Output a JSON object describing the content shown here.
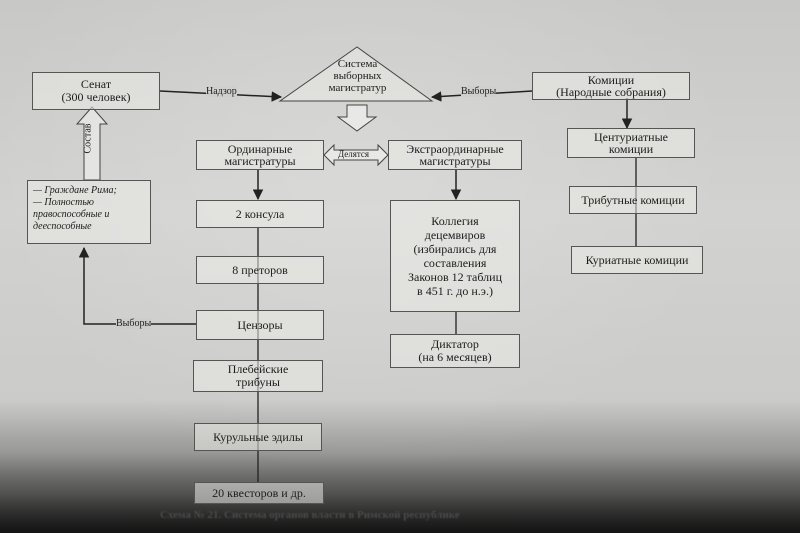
{
  "center": {
    "title": "Система выборных магистратур",
    "title_lines": [
      "Система",
      "выборных",
      "магистратур"
    ]
  },
  "senate": {
    "line1": "Сенат",
    "line2": "(300 человек)",
    "composition_label": "Состав",
    "supervision_label": "Надзор"
  },
  "citizens": {
    "line1": "— Граждане Рима;",
    "line2": "— Полностью",
    "line3": "правоспособные и",
    "line4": "дееспособные"
  },
  "comitia": {
    "line1": "Комиции",
    "line2": "(Народные собрания)",
    "elections_label": "Выборы"
  },
  "split_label": "Делятся",
  "ordinary": {
    "line1": "Ординарные",
    "line2": "магистратуры",
    "items": [
      "2 консула",
      "8 преторов",
      "Цензоры",
      "Плебейские трибуны",
      "Курульные эдилы",
      "20 квесторов и др."
    ],
    "plebeian_lines": [
      "Плебейские",
      "трибуны"
    ],
    "censors_elections_label": "Выборы"
  },
  "extraordinary": {
    "line1": "Экстраординарные",
    "line2": "магистратуры",
    "decemvirs_lines": [
      "Коллегия",
      "децемвиров",
      "(избирались для",
      "составления",
      "Законов 12 таблиц",
      "в 451 г. до н.э.)"
    ],
    "dictator_lines": [
      "Диктатор",
      "(на 6 месяцев)"
    ]
  },
  "assemblies": {
    "centuriate_lines": [
      "Центуриатные",
      "комиции"
    ],
    "tribal": "Трибутные комиции",
    "curiate": "Куриатные комиции"
  },
  "caption": "Схема № 21. Система органов власти в Римской республике"
}
